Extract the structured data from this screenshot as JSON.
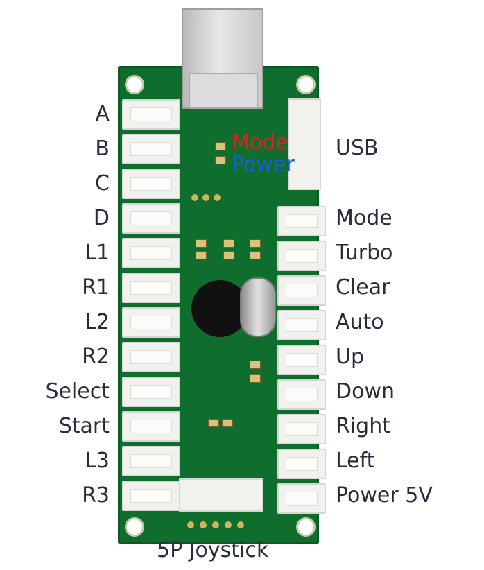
{
  "left_labels": [
    "A",
    "B",
    "C",
    "D",
    "L1",
    "R1",
    "L2",
    "R2",
    "Select",
    "Start",
    "L3",
    "R3"
  ],
  "right_labels": [
    "Mode",
    "Turbo",
    "Clear",
    "Auto",
    "Up",
    "Down",
    "Right",
    "Left",
    "Power 5V"
  ],
  "usb_label": "USB",
  "joystick_label": "5P Joystick",
  "led_labels": {
    "mode": "Mode",
    "power": "Power"
  },
  "colors": {
    "board": "#0f6e2e",
    "text": "#2a2a3c",
    "mode_led": "#e02020",
    "power_led": "#1a5fd8"
  }
}
